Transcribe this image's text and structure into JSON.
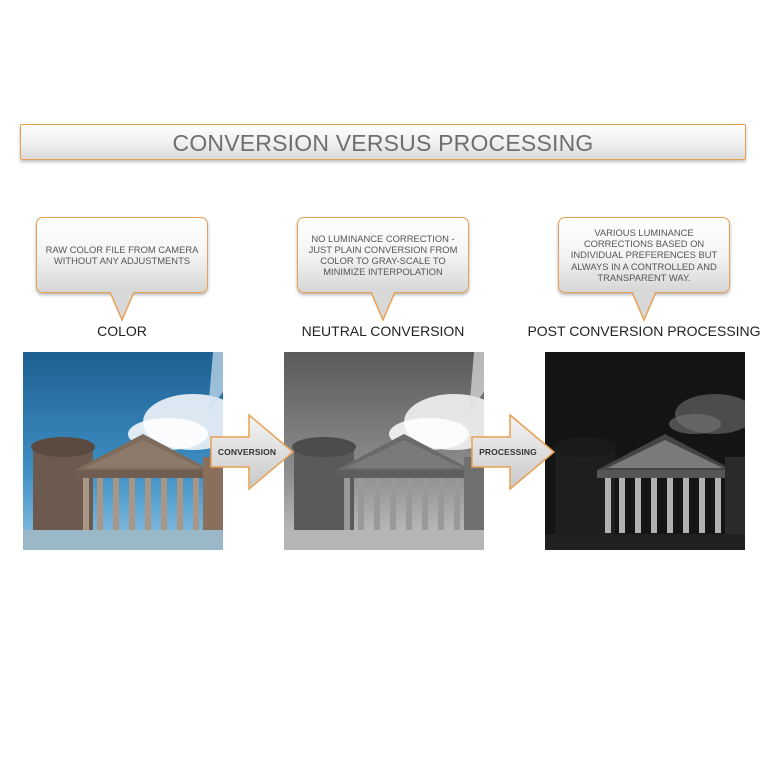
{
  "title": "CONVERSION VERSUS PROCESSING",
  "panels": [
    {
      "callout": "RAW COLOR FILE FROM CAMERA\nWITHOUT ANY ADJUSTMENTS",
      "label": "COLOR",
      "style": "color"
    },
    {
      "callout": "NO LUMINANCE CORRECTION -\nJUST PLAIN CONVERSION FROM\nCOLOR TO GRAY-SCALE TO\nMINIMIZE INTERPOLATION",
      "label": "NEUTRAL CONVERSION",
      "style": "neutral"
    },
    {
      "callout": "VARIOUS LUMINANCE\nCORRECTIONS BASED ON\nINDIVIDUAL PREFERENCES BUT\nALWAYS IN A CONTROLLED AND\nTRANSPARENT WAY.",
      "label": "POST CONVERSION PROCESSING",
      "style": "dark"
    }
  ],
  "arrows": [
    "CONVERSION",
    "PROCESSING"
  ],
  "colors": {
    "accent": "#e8a052",
    "text": "#6f6f6f"
  }
}
